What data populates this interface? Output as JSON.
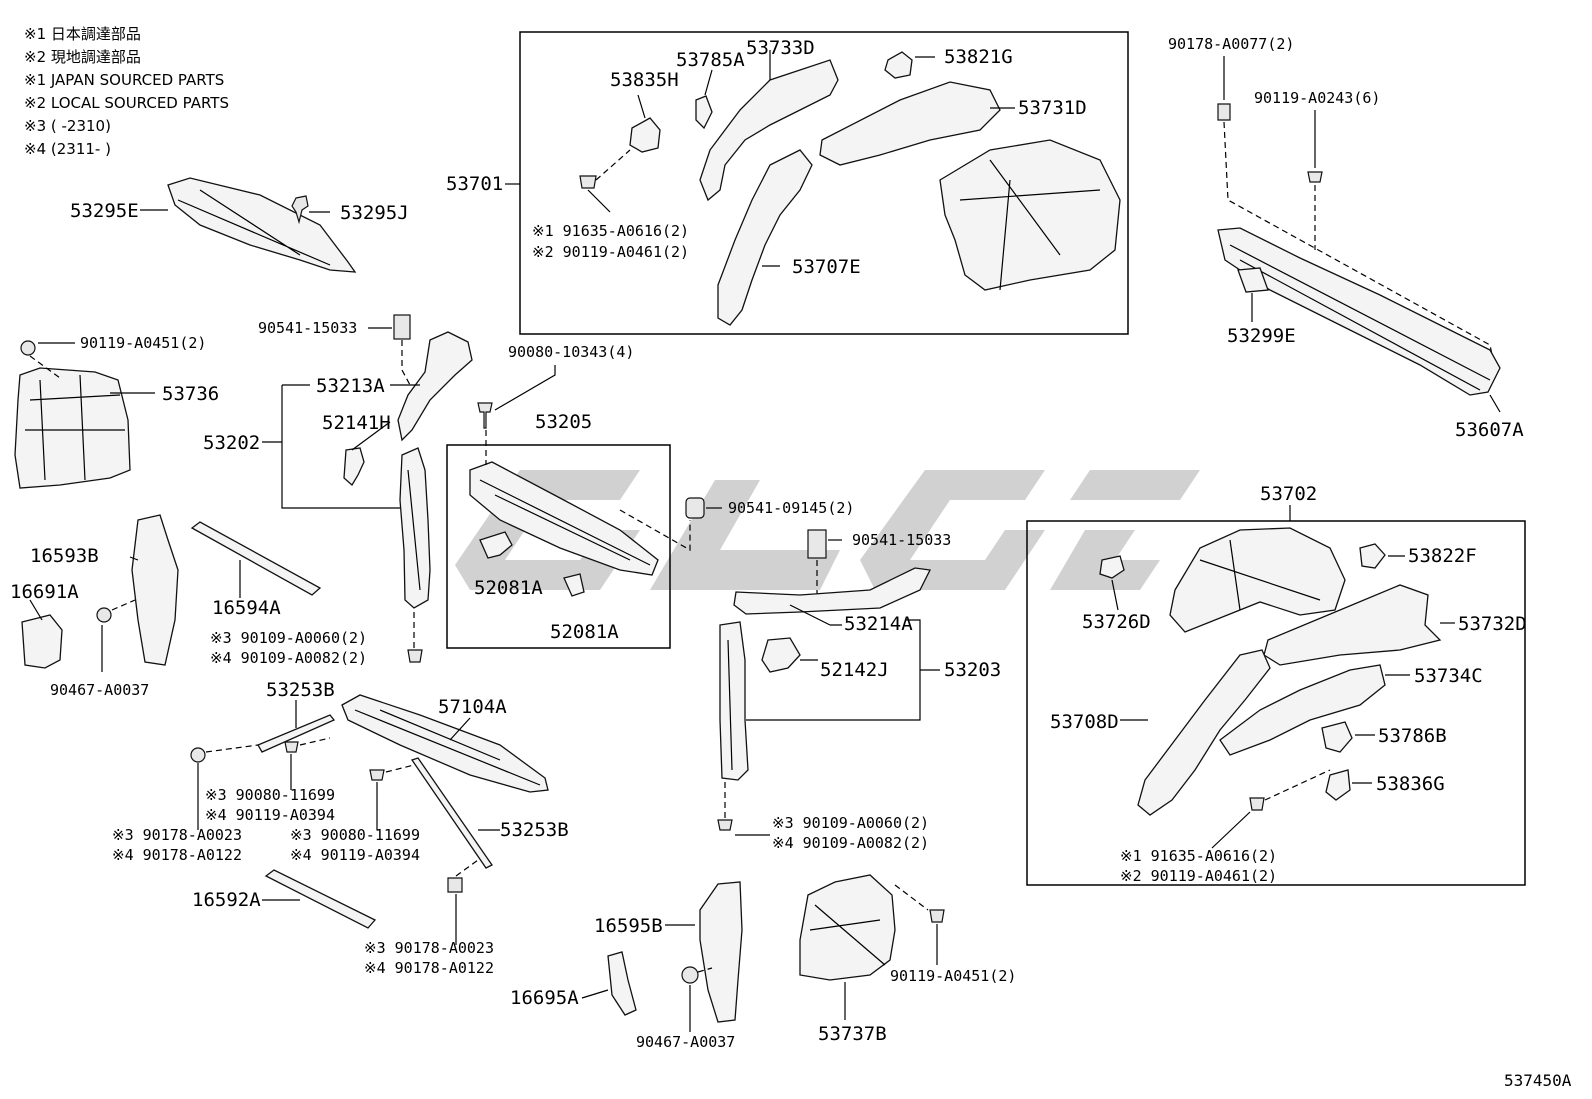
{
  "notes": [
    "※1 日本調達部品",
    "※2 現地調達部品",
    "※1 JAPAN SOURCED PARTS",
    "※2 LOCAL SOURCED PARTS",
    "※3 (      -2310)",
    "※4 (2311-      )"
  ],
  "figure_id": "537450A",
  "labels": {
    "l53785A": "53785A",
    "l53733D": "53733D",
    "l53821G": "53821G",
    "l53835H": "53835H",
    "l53731D": "53731D",
    "l53701": "53701",
    "l91635_a": "※1 91635-A0616(2)",
    "l90119_a": "※2 90119-A0461(2)",
    "l53707E": "53707E",
    "l90178_0077": "90178-A0077(2)",
    "l90119_0243": "90119-A0243(6)",
    "l53299E": "53299E",
    "l53607A": "53607A",
    "l53295E": "53295E",
    "l53295J": "53295J",
    "l90541_15033a": "90541-15033",
    "l90119_0451a": "90119-A0451(2)",
    "l53736": "53736",
    "l53213A": "53213A",
    "l53202": "53202",
    "l52141H": "52141H",
    "l90080_10343": "90080-10343(4)",
    "l53205": "53205",
    "l90541_09145": "90541-09145(2)",
    "l90541_15033b": "90541-15033",
    "l52081A_1": "52081A",
    "l52081A_2": "52081A",
    "l16593B": "16593B",
    "l16691A": "16691A",
    "l16594A": "16594A",
    "l90467_a": "90467-A0037",
    "l90109_0060a": "※3 90109-A0060(2)",
    "l90109_0082a": "※4 90109-A0082(2)",
    "l53214A": "53214A",
    "l52142J": "52142J",
    "l53203": "53203",
    "l53253B_1": "53253B",
    "l57104A": "57104A",
    "l90080_11699a": "※3 90080-11699",
    "l90119_0394a": "※4 90119-A0394",
    "l90178_0023a": "※3 90178-A0023",
    "l90178_0122a": "※4 90178-A0122",
    "l90080_11699b": "※3 90080-11699",
    "l90119_0394b": "※4 90119-A0394",
    "l53253B_2": "53253B",
    "l16592A": "16592A",
    "l90178_0023b": "※3 90178-A0023",
    "l90178_0122b": "※4 90178-A0122",
    "l90109_0060b": "※3 90109-A0060(2)",
    "l90109_0082b": "※4 90109-A0082(2)",
    "l16595B": "16595B",
    "l16695A": "16695A",
    "l90467_b": "90467-A0037",
    "l53737B": "53737B",
    "l90119_0451b": "90119-A0451(2)",
    "l53702": "53702",
    "l53822F": "53822F",
    "l53726D": "53726D",
    "l53732D": "53732D",
    "l53734C": "53734C",
    "l53708D": "53708D",
    "l53786B": "53786B",
    "l53836G": "53836G",
    "l91635_b": "※1 91635-A0616(2)",
    "l90119_b": "※2 90119-A0461(2)"
  }
}
